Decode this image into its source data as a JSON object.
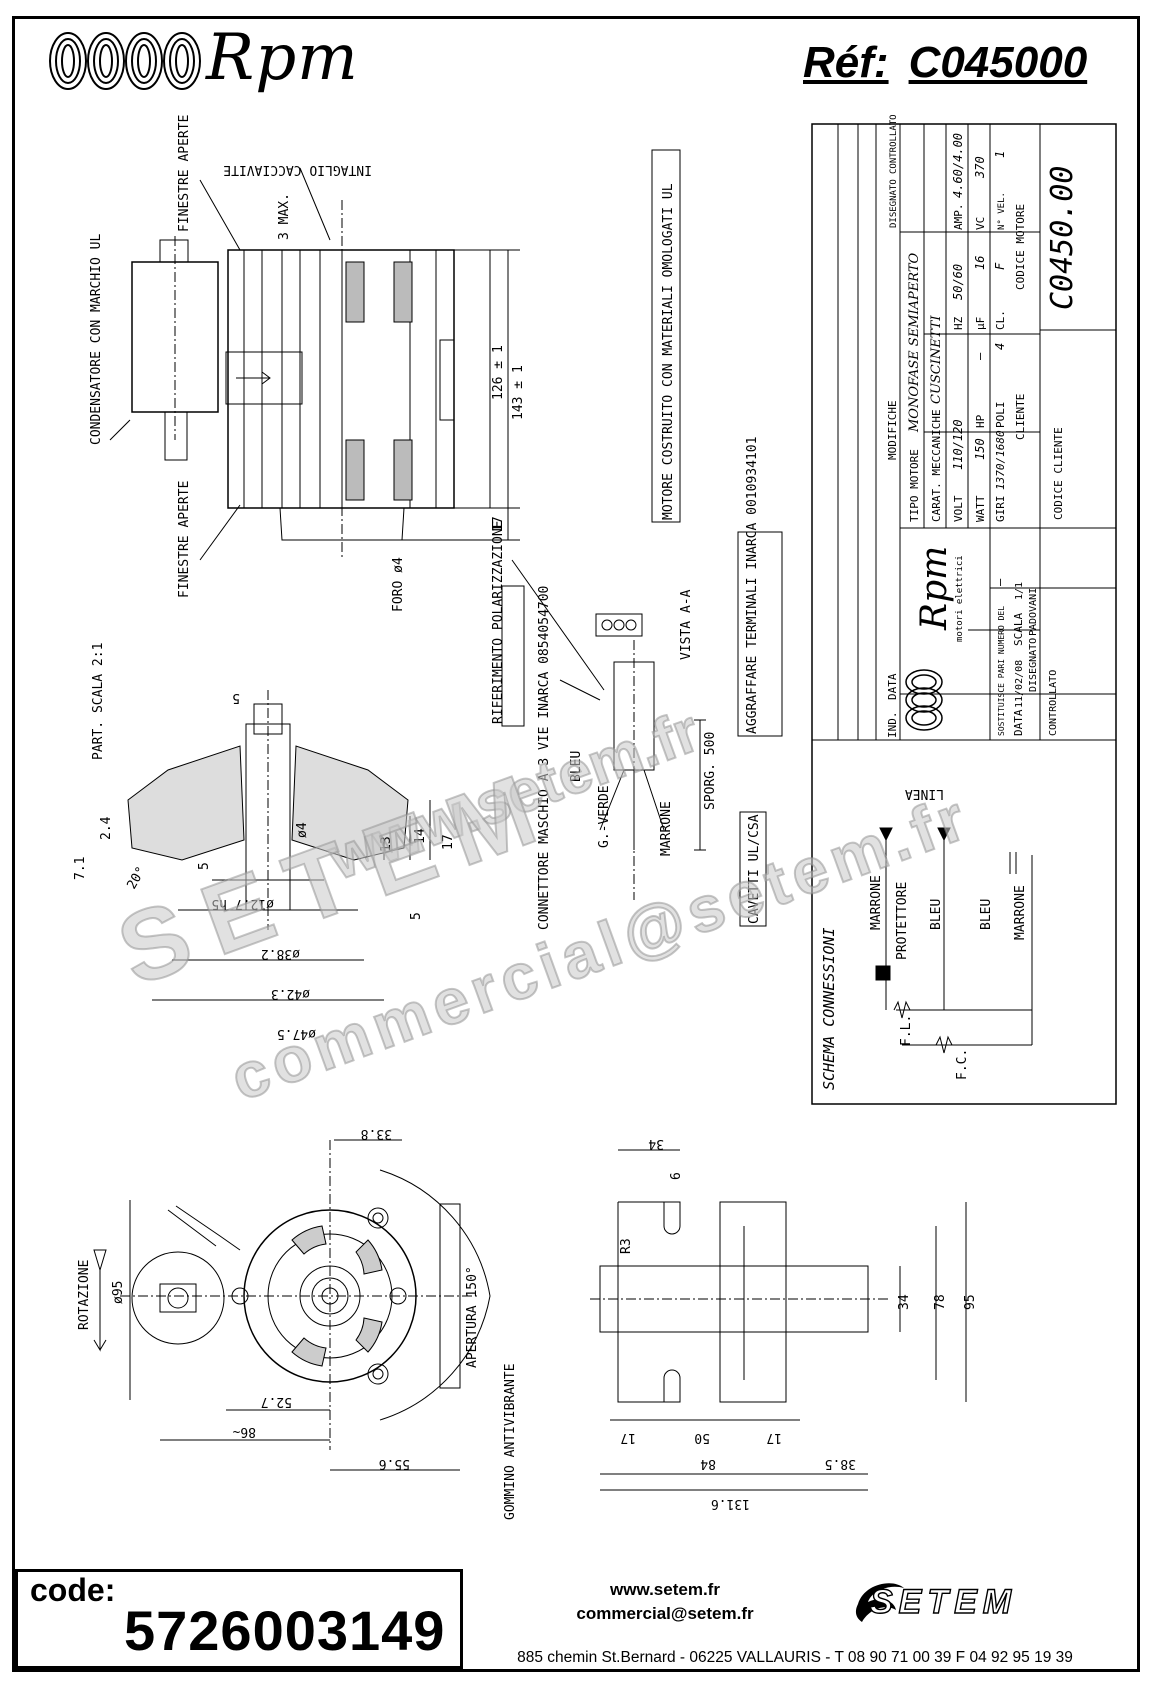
{
  "header": {
    "brand": "Rpm",
    "ref_label": "Réf:",
    "ref_value": "C045000"
  },
  "watermarks": [
    "www.setem.fr",
    "SETEM",
    "commercial@setem.fr"
  ],
  "drawing_labels": {
    "condensatore": "CONDENSATORE CON MARCHIO UL",
    "finestre_top": "FINESTRE APERTE",
    "intaglio": "INTAGLIO CACCIAVITE",
    "max3": "3 MAX.",
    "dim_126": "126 ± 1",
    "dim_143": "143 ± 1",
    "dim_17": "17",
    "finestre_bottom": "FINESTRE APERTE",
    "foro": "FORO ø4",
    "motore_ul": "MOTORE COSTRUITO CON MATERIALI OMOLOGATI UL",
    "riferimento": "RIFERIMENTO POLARIZZAZIONE",
    "vista": "VISTA A-A",
    "aggraffare": "AGGRAFFARE TERMINALI INARCA 0010934101",
    "connettore": "CONNETTORE MASCHIO A 3 VIE INARCA 0854054700",
    "cavetti": "CAVETTI UL/CSA",
    "sporg": "SPORG. 500",
    "bleu": "BLEU",
    "g_verde": "G.-VERDE",
    "marrone": "MARRONE",
    "part_scala": "PART. SCALA 2:1",
    "dim_124": "2.4",
    "dim_71": "7.1",
    "dim_20": "20°",
    "dim_5a": "5",
    "dim_13": "13",
    "dim_14": "14",
    "dim_17b": "17",
    "dim_5b": "5",
    "dim_4": "ø4",
    "dim_127": "ø12.7 h5",
    "dim_382": "ø38.2",
    "dim_423": "ø42.3",
    "dim_475": "ø47.5",
    "dim_s5": "5",
    "rotazione": "ROTAZIONE",
    "dim_95a": "ø95",
    "dim_338": "33.8",
    "apertura": "APERTURA 150°",
    "dim_527": "52.7",
    "dim_86": "86~",
    "dim_556": "55.6",
    "gommino": "GOMMINO ANTIVIBRANTE",
    "dim_34a": "34",
    "dim_6": "6",
    "dim_r3": "R3",
    "dim_34b": "34",
    "dim_78": "78",
    "dim_95b": "95",
    "dim_17c": "17",
    "dim_50": "50",
    "dim_17d": "17",
    "dim_84": "84",
    "dim_385": "38.5",
    "dim_1316": "131.6"
  },
  "schema": {
    "title": "SCHEMA CONNESSIONI",
    "linea": "LINEA",
    "marrone1": "MARRONE",
    "protettore": "PROTETTORE",
    "bleu1": "BLEU",
    "bleu2": "BLEU",
    "marrone2": "MARRONE",
    "fl": "F.L.",
    "fc": "F.C."
  },
  "titleblock": {
    "ind": "IND.",
    "data": "DATA",
    "modifiche": "MODIFICHE",
    "disegnato": "DISEGNATO",
    "controllato": "CONTROLLATO",
    "tipo_motore_label": "TIPO MOTORE",
    "tipo_motore_value": "MONOFASE SEMIAPERTO",
    "carat_label": "CARAT. MECCANICHE",
    "carat_value": "CUSCINETTI",
    "volt_label": "VOLT",
    "volt_value": "110/120",
    "hz_label": "HZ",
    "hz_value": "50/60",
    "amp_label": "AMP.",
    "amp_value": "4.60/4.00",
    "watt_label": "WATT",
    "watt_value": "150",
    "hp_label": "HP",
    "hp_value": "–",
    "uf_label": "µF",
    "uf_value": "16",
    "vc_label": "VC",
    "vc_value": "370",
    "giri_label": "GIRI",
    "giri_value": "1370/1680",
    "poli_label": "POLI",
    "poli_value": "4",
    "cl_label": "CL.",
    "cl_value": "F",
    "nvel_label": "N° VEL.",
    "nvel_value": "1",
    "cliente_label": "CLIENTE",
    "codice_motore_label": "CODICE MOTORE",
    "codice_motore_value": "C0450.00",
    "codice_cliente_label": "CODICE CLIENTE",
    "rpm_brand": "Rpm",
    "rpm_sub": "motori elettrici",
    "sostituisce_label": "SOSTITUISCE PARI NUMERO DEL",
    "sostituisce_value": "–",
    "data_label": "DATA",
    "data_value": "11/02/08",
    "scala_label": "SCALA",
    "scala_value": "1/1",
    "disegnato_label": "DISEGNATO",
    "disegnato_value": "PADOVANI",
    "controllato_label": "CONTROLLATO"
  },
  "footer": {
    "code_label": "code:",
    "code_value": "5726003149",
    "website": "www.setem.fr",
    "email": "commercial@setem.fr",
    "address": "885 chemin St.Bernard  -  06225 VALLAURIS  -  T 08 90 71 00 39   F 04 92 95 19 39",
    "logo": "SETEM"
  }
}
